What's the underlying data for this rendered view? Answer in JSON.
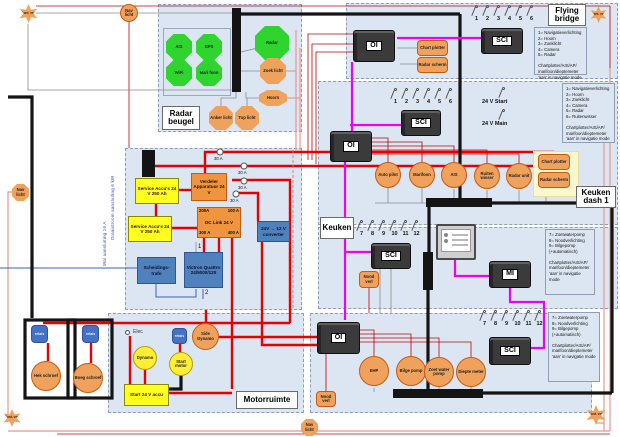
{
  "devices": {
    "oi": "OI",
    "sci": "SCI",
    "mi": "MI"
  },
  "stars": {
    "top_left": "Cont. verl",
    "top_right": "Cont. verl",
    "bottom_left": "Cont. verl",
    "bottom_right": "Cont. verl"
  },
  "nav": {
    "top": "Nav licht",
    "left": "Nav licht",
    "bottom": "Nav licht"
  },
  "radar_beugel": {
    "label": "Radar beugel",
    "ais": "AIS",
    "gps": "GPS",
    "wifi": "WiFi",
    "marifoon": "Mari foon",
    "radar": "Radar",
    "zoeklicht": "Zoek licht",
    "hoorn": "Hoorn",
    "ankerlicht": "Anker licht",
    "toplicht": "Top licht"
  },
  "flying_bridge": {
    "label": "Flying bridge",
    "nums": [
      "1",
      "2",
      "3",
      "4",
      "5",
      "6"
    ],
    "chart_plotter": "Chart plotter",
    "radar_scherm": "Radar scherm",
    "legend": "1= Navigatieverlichting\n2= Hoorn\n3= Zoeklicht\n4= Camera\n5= Radar\n\nChartplotter/AIS/AP/\nmarifoon/dieptemeter\n'aan' in navigatie mode"
  },
  "keuken_dash1": {
    "label": "Keuken dash 1",
    "nums": [
      "1",
      "2",
      "3",
      "4",
      "5",
      "6"
    ],
    "start": "24 V Start",
    "main": "24 V Main",
    "autopilot": "Auto pilot",
    "marifoon": "Marifoon",
    "ais": "AIS",
    "ruitenwisser": "Ruiten wisser",
    "radar_unit": "Radar unit",
    "chart_plotter": "Chart plotter",
    "radar_scherm": "Radar scherm",
    "legend": "1= Navigatieverlichting\n2= Hoorn\n3= Zoeklicht\n4= Camera\n5= Radar\n6= Ruitenwisser\n\nChartplotter/AIS/AP/\nmarifoon/dieptemeter\n'aan' in navigatie mode"
  },
  "keuken": {
    "label": "Keuken",
    "nums": [
      "7",
      "8",
      "9",
      "10",
      "11",
      "12"
    ],
    "nood": "Nood verl",
    "legend": "7= Zoetwaterpomp\n8= Noodverlichting\n9= Bilgepomp\n(+automatisch)\n\nChartplotter/AIS/AP/\nmarifoon/dieptemeter\n'aan' in navigatie mode"
  },
  "dc_panel": {
    "nums": [
      "7",
      "8",
      "9",
      "10",
      "11",
      "12"
    ],
    "ehp": "EHP",
    "bilgepomp": "Bilge pomp",
    "zoetwaterpomp": "Zoet water pomp",
    "dieptemeter": "Diepte meter",
    "nood": "Nood verl",
    "legend": "7= Zoetwaterpomp\n8= Noodverlichting\n9= Bilgepomp\n(+automatisch)\n\nChartplotter/AIS/AP/\nmarifoon/dieptemeter\n'aan' in navigatie mode"
  },
  "machine_room": {
    "label": "Motorruimte",
    "relais": "relais",
    "elec": "Elec",
    "dynamo": "Dynamo",
    "startmotor": "Start motor",
    "side_dynamo": "Side Dynamo",
    "start_accu": "Start 24 V accu",
    "hekschroef": "Hek schroef",
    "boegschroef": "Boeg schroef"
  },
  "power": {
    "accu1": "Service Accu's 24 V 250 Ah",
    "accu2": "Service Accu's 24 V 250 Ah",
    "verdeler": "Verdeler Apparatuur 24 V",
    "dclink_title": "DC Link 24 V",
    "dclink_tl": "200A",
    "dclink_tr": "100 A",
    "dclink_bl": "300 A",
    "dclink_br": "400 A",
    "converter": "24V → 12 V converter",
    "trafo": "Scheidings- trafo",
    "victron": "Victron Quattro 24/5000/120",
    "fuse": "30 A",
    "node1": "1",
    "node2": "2",
    "draaistroom": "Draaistroom aansluiting 6 kW",
    "wal": "Wal aansluiting 16 A"
  }
}
